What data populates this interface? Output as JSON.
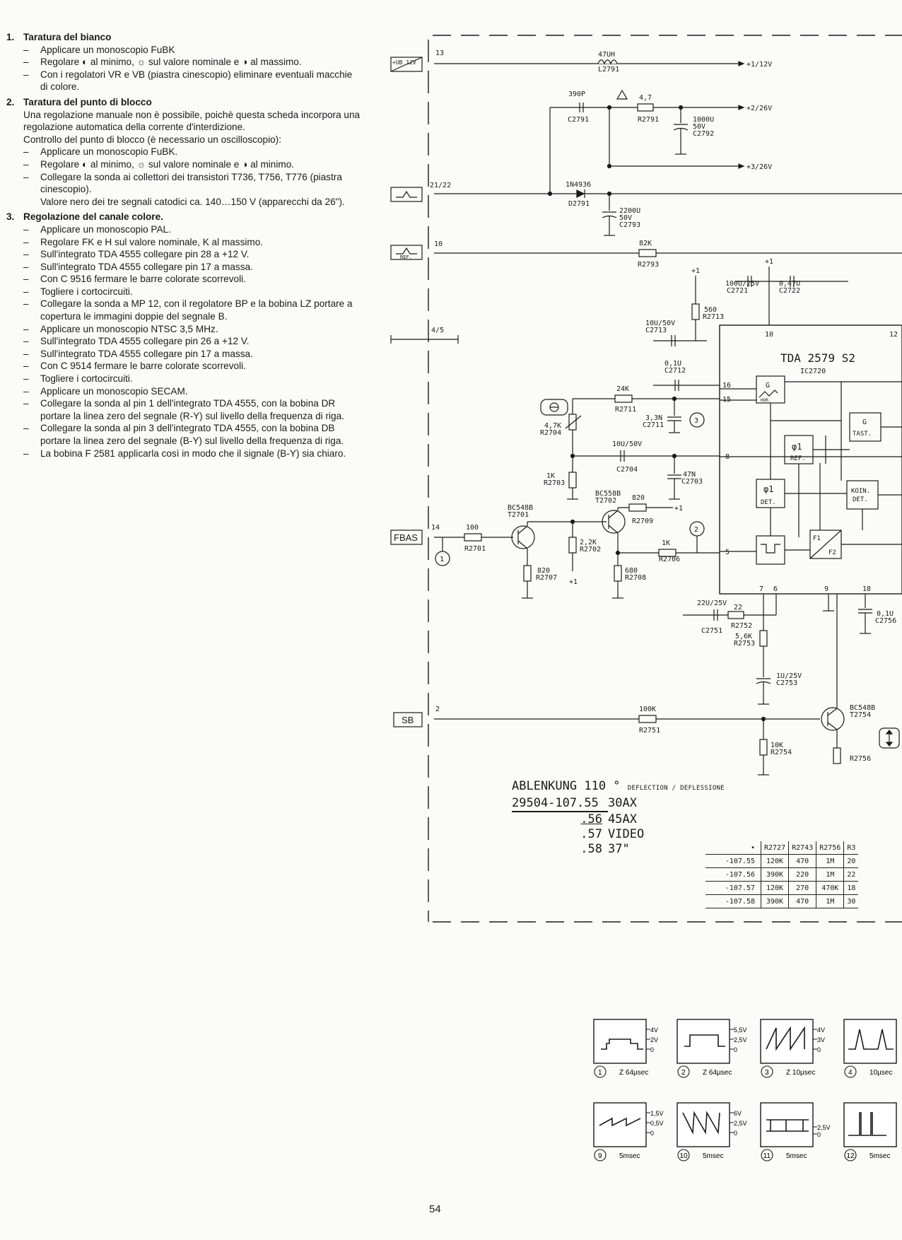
{
  "instructions": [
    {
      "num": "1.",
      "title": "Taratura del bianco",
      "paragraphs": [],
      "items": [
        "Applicare un monoscopio FuBK",
        "Regolare ◐ al minimo, ☼ sul valore nominale e ◑ al massimo.",
        "Con i regolatori VR e VB (piastra cinescopio) eliminare eventuali macchie di colore."
      ]
    },
    {
      "num": "2.",
      "title": "Taratura del punto di blocco",
      "paragraphs": [
        "Una regolazione manuale non è possibile, poichè questa scheda incorpora una regolazione automatica della corrente d'interdizione.",
        "Controllo del punto di blocco (è necessario un oscilloscopio):"
      ],
      "items": [
        "Applicare un monoscopio FuBK.",
        "Regolare ◐ al minimo, ☼ sul valore nominale e ◑ al minimo.",
        "Collegare la sonda ai collettori dei transistori T736, T756, T776 (piastra cinescopio).",
        "Valore nero dei tre segnali catodici ca. 140…150 V (apparecchi da 26\")."
      ]
    },
    {
      "num": "3.",
      "title": "Regolazione del canale colore.",
      "paragraphs": [],
      "items": [
        "Applicare un monoscopio PAL.",
        "Regolare FK e H sul valore nominale, K al massimo.",
        "Sull'integrato TDA 4555 collegare pin 28 a +12 V.",
        "Sull'integrato TDA 4555 collegare pin 17 a massa.",
        "Con C 9516 fermare le barre colorate scorrevoli.",
        "Togliere i cortocircuiti.",
        "Collegare la sonda a MP 12, con il regolatore BP e la bobina LZ portare a copertura le immagini doppie del segnale B.",
        "Applicare un monoscopio NTSC 3,5 MHz.",
        "Sull'integrato TDA 4555 collegare pin 26 a +12 V.",
        "Sull'integrato TDA 4555 collegare pin 17 a massa.",
        "Con C 9514 fermare le barre colorate scorrevoli.",
        "Togliere i cortocircuiti.",
        "Applicare un monoscopio SECAM.",
        "Collegare la sonda al pin 1 dell'integrato TDA 4555, con la bobina DR portare la linea zero del segnale (R-Y) sul livello della frequenza di riga.",
        "Collegare la sonda al pin 3 dell'integrato TDA 4555, con la bobina DB portare la linea zero del segnale (B-Y) sul livello della frequenza di riga.",
        "La bobina F 2581 applicarla così in modo che il signale (B-Y) sia chiaro."
      ]
    }
  ],
  "schematic": {
    "inputs": {
      "ub": "+UB 12V",
      "fbas": "FBAS",
      "sb": "SB",
      "ref": "REF."
    },
    "pins": [
      "13",
      "21/22",
      "10",
      "4/5",
      "14",
      "2"
    ],
    "rails": [
      "+1/12V",
      "+2/26V",
      "+3/26V",
      "+1"
    ],
    "components": {
      "L2791": [
        "47UH",
        "L2791"
      ],
      "C2791": [
        "390P",
        "C2791"
      ],
      "R2791": [
        "4,7",
        "R2791"
      ],
      "C2792": [
        "1000U",
        "50V",
        "C2792"
      ],
      "D2791": [
        "1N4936",
        "D2791"
      ],
      "C2793": [
        "2200U",
        "50V",
        "C2793"
      ],
      "R2793": [
        "82K",
        "R2793"
      ],
      "C2721": [
        "100U/25V",
        "C2721"
      ],
      "C2722": [
        "0,47U",
        "C2722"
      ],
      "R2713": [
        "560",
        "R2713"
      ],
      "C2713": [
        "10U/50V",
        "C2713"
      ],
      "C2712": [
        "0,1U",
        "C2712"
      ],
      "R2711": [
        "24K",
        "R2711"
      ],
      "C2711": [
        "3,3N",
        "C2711"
      ],
      "R2704": [
        "4,7K",
        "R2704"
      ],
      "C2704": [
        "10U/50V",
        "C2704"
      ],
      "C2703": [
        "47N",
        "C2703"
      ],
      "R2703": [
        "1K",
        "R2703"
      ],
      "T2701": [
        "BC548B",
        "T2701"
      ],
      "T2702": [
        "BC558B",
        "T2702"
      ],
      "R2709": [
        "820",
        "R2709"
      ],
      "R2701": [
        "100",
        "R2701"
      ],
      "R2702": [
        "2,2K",
        "R2702"
      ],
      "R2706": [
        "1K",
        "R2706"
      ],
      "R2707": [
        "820",
        "R2707"
      ],
      "R2708": [
        "680",
        "R2708"
      ],
      "C2751": [
        "22U/25V",
        "C2751"
      ],
      "R2752": [
        "22",
        "R2752"
      ],
      "R2753": [
        "5,6K",
        "R2753"
      ],
      "C2753": [
        "1U/25V",
        "C2753"
      ],
      "C2756": [
        "0,1U",
        "C2756"
      ],
      "R2751": [
        "100K",
        "R2751"
      ],
      "R2754": [
        "10K",
        "R2754"
      ],
      "T2754": [
        "BC548B",
        "T2754"
      ],
      "R2756": [
        "R2756"
      ]
    },
    "ic": {
      "name": "TDA 2579 S2",
      "ref": "IC2720",
      "pins": [
        "10",
        "12",
        "16",
        "15",
        "8",
        "5",
        "7",
        "6",
        "9",
        "18"
      ],
      "blocks": [
        "G",
        "HOR.",
        "φ1",
        "REF.",
        "G",
        "TAST.",
        "φ1",
        "DET.",
        "KOIN.",
        "DET.",
        "F1",
        "F2"
      ]
    },
    "test_points": [
      "1",
      "2",
      "3"
    ]
  },
  "ablenkung": {
    "title": "ABLENKUNG 110 °",
    "subtitle": "DEFLECTION / DEFLESSIONE",
    "rows": [
      [
        "29504-107.55",
        "30AX"
      ],
      [
        ".56",
        "45AX"
      ],
      [
        ".57",
        "VIDEO"
      ],
      [
        ".58",
        "37\""
      ]
    ]
  },
  "variant_table": {
    "headers": [
      "•",
      "R2727",
      "R2743",
      "R2756",
      "R3"
    ],
    "rows": [
      [
        "-107.55",
        "120K",
        "470",
        "1M",
        "20"
      ],
      [
        "-107.56",
        "390K",
        "220",
        "1M",
        "22"
      ],
      [
        "-107.57",
        "120K",
        "270",
        "470K",
        "18"
      ],
      [
        "-107.58",
        "390K",
        "470",
        "1M",
        "30"
      ]
    ]
  },
  "oscillograms": [
    {
      "id": "1",
      "levels": [
        "4V",
        "2V",
        "0"
      ],
      "caption": "Z 64µsec"
    },
    {
      "id": "2",
      "levels": [
        "5,5V",
        "2,5V",
        "0"
      ],
      "caption": "Z 64µsec"
    },
    {
      "id": "3",
      "levels": [
        "4V",
        "3V",
        "0"
      ],
      "caption": "Z 10µsec"
    },
    {
      "id": "4",
      "levels": [],
      "caption": "10µsec"
    },
    {
      "id": "9",
      "levels": [
        "1,5V",
        "0,5V",
        "0"
      ],
      "caption": "5msec"
    },
    {
      "id": "10",
      "levels": [
        "6V",
        "2,5V",
        "0"
      ],
      "caption": "5msec"
    },
    {
      "id": "11",
      "levels": [
        "2,5V",
        "0"
      ],
      "caption": "5msec"
    },
    {
      "id": "12",
      "levels": [],
      "caption": "5msec"
    }
  ],
  "page_number": "54"
}
